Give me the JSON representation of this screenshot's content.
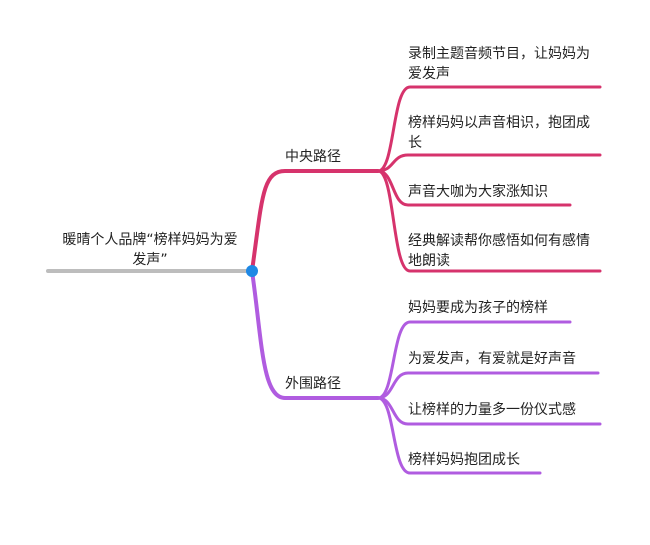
{
  "root": {
    "label": "暖晴个人品牌“榜样妈妈为爱发声”"
  },
  "branches": [
    {
      "label": "中央路径",
      "color": "#d6336c",
      "leaves": [
        "录制主题音频节目，让妈妈为爱发声",
        "榜样妈妈以声音相识，抱团成长",
        "声音大咖为大家涨知识",
        "经典解读帮你感悟如何有感情地朗读"
      ]
    },
    {
      "label": "外围路径",
      "color": "#b05ce0",
      "leaves": [
        "妈妈要成为孩子的榜样",
        "为爱发声，有爱就是好声音",
        "让榜样的力量多一份仪式感",
        "榜样妈妈抱团成长"
      ]
    }
  ],
  "colors": {
    "root_line": "#bdbdbd",
    "hub": "#1e88e5"
  }
}
